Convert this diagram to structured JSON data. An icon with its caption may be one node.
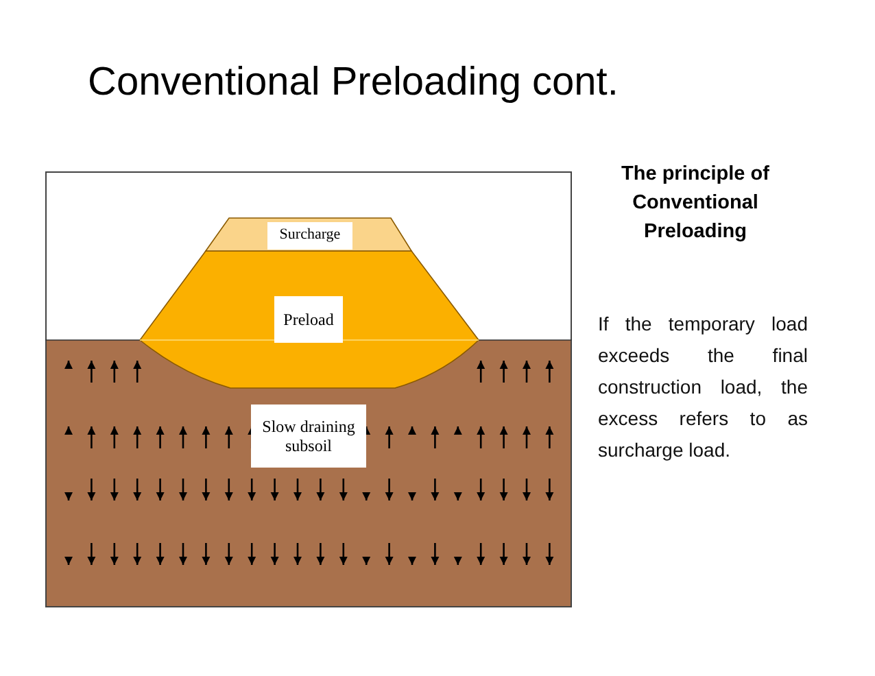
{
  "diagram": {
    "title": "Conventional Preloading cont.",
    "nodes": [
      {
        "text": [
          "Surcharge"
        ]
      },
      {
        "text": [
          "Preload"
        ]
      },
      {
        "text": [
          "Slow draining subsoil"
        ]
      }
    ],
    "labels": [
      "The principle of Conventional Preloading",
      "If the temporary load exceeds the final construction load, the excess refers to as surcharge load."
    ]
  }
}
